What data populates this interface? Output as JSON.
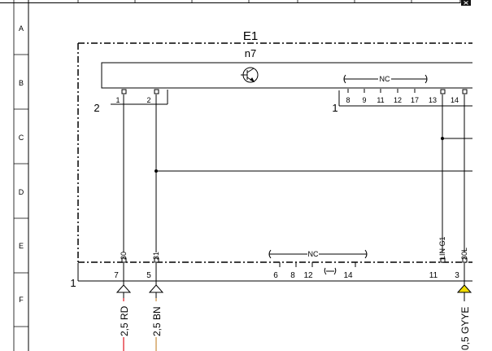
{
  "rows": [
    "A",
    "B",
    "C",
    "D",
    "E",
    "F"
  ],
  "colors": {
    "ink": "#000000",
    "red_wire": "#e0141e",
    "brown_wire": "#c88c3c",
    "yellow_mark": "#f0dc00"
  },
  "frame": {
    "corner_icon": "close-icon"
  },
  "unit": {
    "id": "E1",
    "module": {
      "id": "n7",
      "symbol_icon": "transistor-icon",
      "left_connector_no": "2",
      "right_connector_no": "1",
      "nc_label": "NC",
      "left_pins": [
        "1",
        "2"
      ],
      "right_pins": [
        "8",
        "9",
        "11",
        "12",
        "17",
        "13",
        "14"
      ]
    }
  },
  "bottom_connector": {
    "id": "1",
    "nc_label": "NC",
    "pins_left": [
      "7",
      "5"
    ],
    "pins_mid": [
      "6",
      "8",
      "12",
      "14"
    ],
    "pins_right": [
      "11",
      "3"
    ],
    "terminal_labels": [
      "30",
      "31",
      "LIN G1",
      "30L"
    ],
    "twisted_icon": "twisted-pair-icon"
  },
  "wires": [
    {
      "label": "2,5 RD",
      "color_key": "red_wire"
    },
    {
      "label": "2,5 BN",
      "color_key": "brown_wire"
    },
    {
      "label": "0,5 GYYE",
      "color_key": "yellow_mark"
    }
  ],
  "arrows": [
    "up-arrow-icon",
    "up-arrow-icon",
    "up-arrow-icon"
  ]
}
